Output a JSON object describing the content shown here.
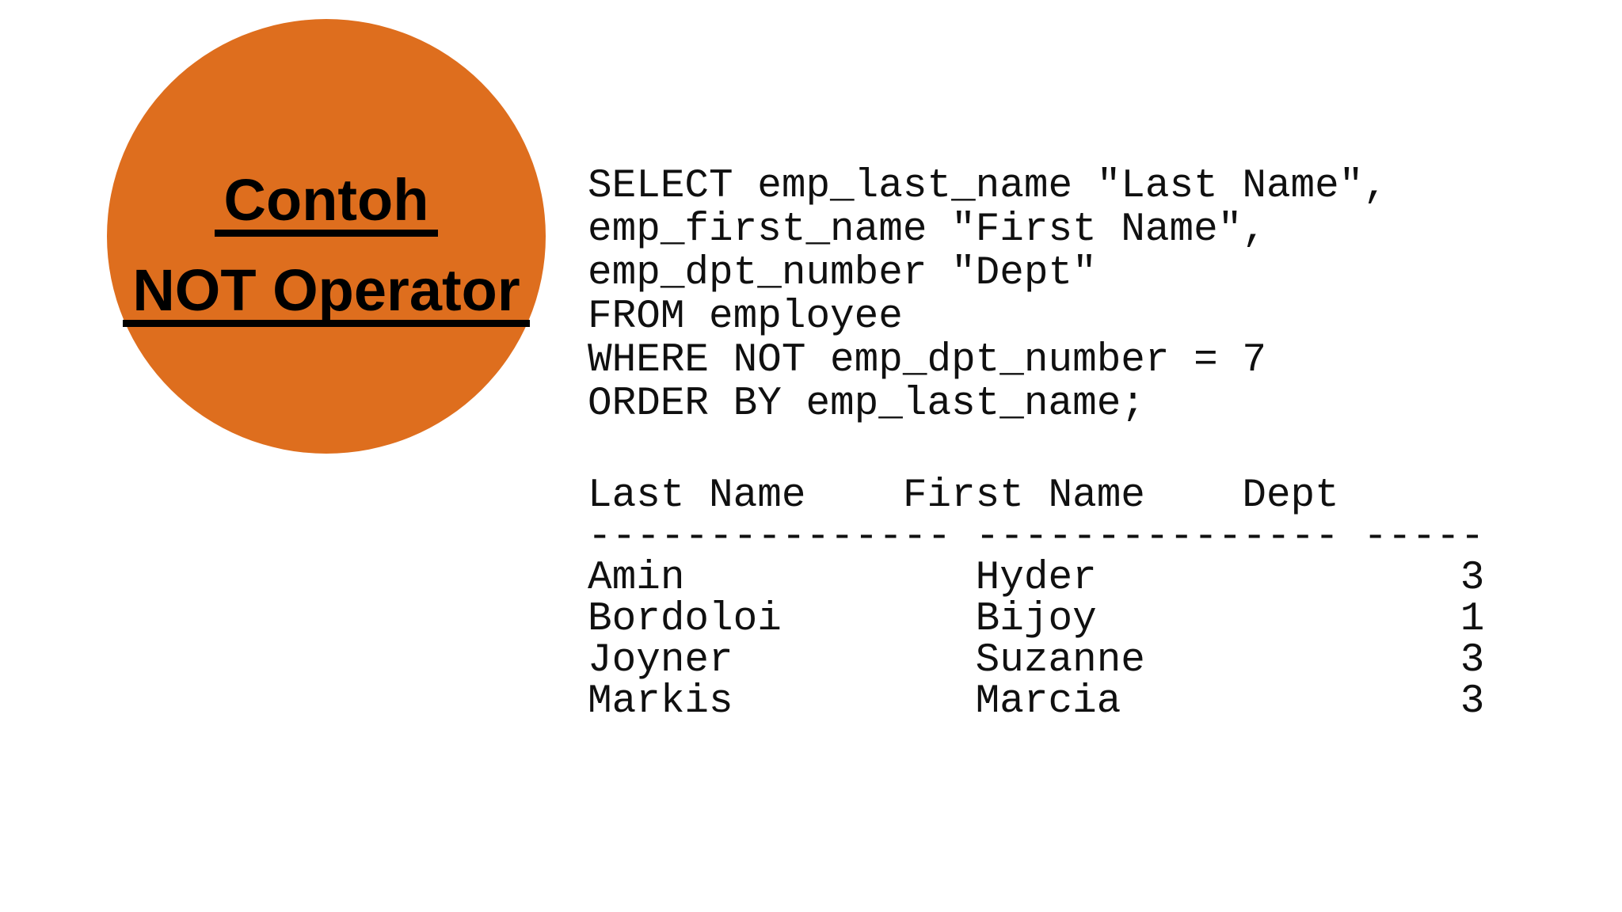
{
  "slide": {
    "background_color": "#FFFFFF",
    "badge": {
      "shape": "circle",
      "fill_color": "#DE6E1E",
      "text_color": "#000000",
      "line1": "Contoh",
      "line2": "NOT Operator"
    },
    "sql_query": {
      "lines": [
        "SELECT emp_last_name \"Last Name\",",
        "emp_first_name \"First Name\",",
        "emp_dpt_number \"Dept\"",
        "FROM employee",
        "WHERE NOT emp_dpt_number = 7",
        "ORDER BY emp_last_name;"
      ]
    },
    "query_result": {
      "formatted_lines": [
        "Last Name    First Name    Dept",
        "--------------- --------------- -----",
        "Amin            Hyder               3",
        "Bordoloi        Bijoy               1",
        "Joyner          Suzanne             3",
        "Markis          Marcia              3"
      ],
      "columns": [
        "Last Name",
        "First Name",
        "Dept"
      ],
      "rows": [
        {
          "last_name": "Amin",
          "first_name": "Hyder",
          "dept": "3"
        },
        {
          "last_name": "Bordoloi",
          "first_name": "Bijoy",
          "dept": "1"
        },
        {
          "last_name": "Joyner",
          "first_name": "Suzanne",
          "dept": "3"
        },
        {
          "last_name": "Markis",
          "first_name": "Marcia",
          "dept": "3"
        }
      ]
    }
  }
}
